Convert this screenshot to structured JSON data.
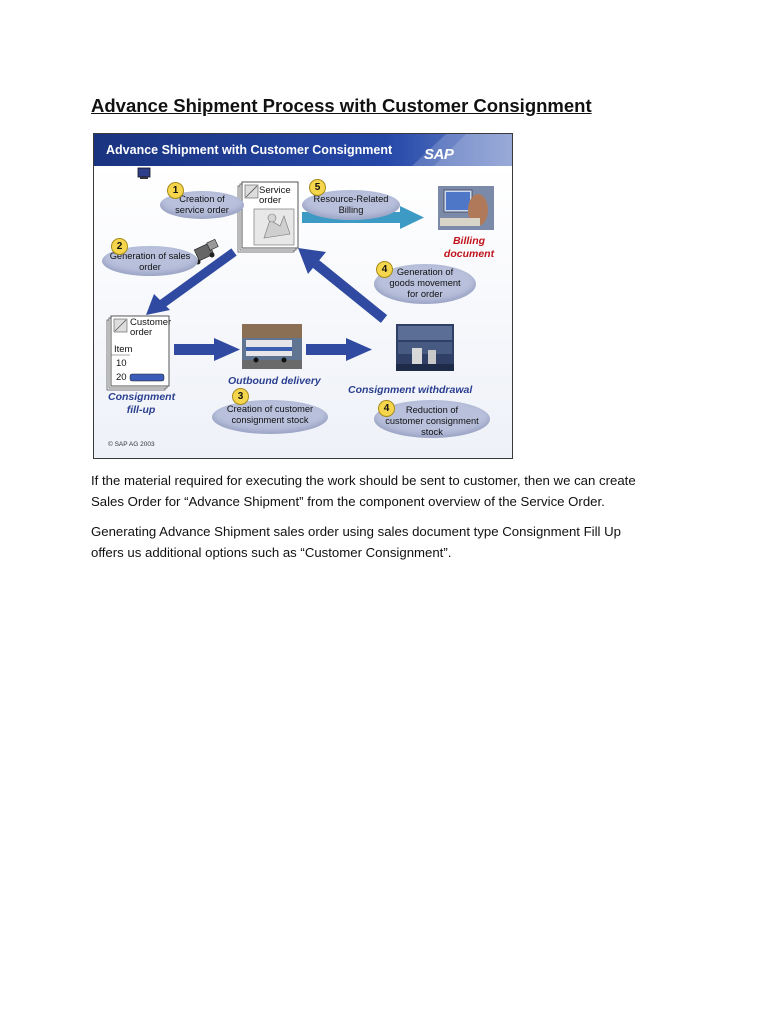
{
  "page": {
    "title": "Advance Shipment Process with Customer Consignment",
    "paragraphs": [
      "If the material required for executing the work should be sent to customer, then we can create",
      "Sales Order for “Advance Shipment” from the component overview of the Service Order.",
      "Generating Advance Shipment sales order using sales document type Consignment Fill Up",
      "offers us additional options such as “Customer Consignment”."
    ]
  },
  "figure": {
    "header_title": "Advance Shipment with Customer Consignment",
    "logo_text": "SAP",
    "copyright": "©  SAP AG 2003",
    "steps": {
      "s1": {
        "num": "1",
        "line1": "Creation of",
        "line2": "service order"
      },
      "s2": {
        "num": "2",
        "line1": "Generation of sales",
        "line2": "order"
      },
      "s3": {
        "num": "3",
        "line1": "Creation of customer",
        "line2": "consignment stock"
      },
      "s4a": {
        "num": "4",
        "line1": "Generation of",
        "line2": "goods movement",
        "line3": "for order"
      },
      "s4b": {
        "num": "4",
        "line1": "Reduction of",
        "line2": "customer consignment",
        "line3": "stock"
      },
      "s5": {
        "num": "5",
        "line1": "Resource-Related",
        "line2": "Billing"
      }
    },
    "service_order": {
      "line1": "Service",
      "line2": "order"
    },
    "customer_order": {
      "line1": "Customer",
      "line2": "order",
      "item_label": "Item",
      "item1": "10",
      "item2": "20"
    },
    "labels": {
      "billing_line1": "Billing",
      "billing_line2": "document",
      "outbound": "Outbound delivery",
      "withdrawal": "Consignment withdrawal",
      "fillup_line1": "Consignment",
      "fillup_line2": "fill-up"
    },
    "colors": {
      "header_blue": "#1f3a93",
      "arrow_blue": "#2f4aa0",
      "ellipse": "#b8c0dc",
      "billing_red": "#c0141c",
      "step_yellow": "#f4d54c"
    }
  }
}
